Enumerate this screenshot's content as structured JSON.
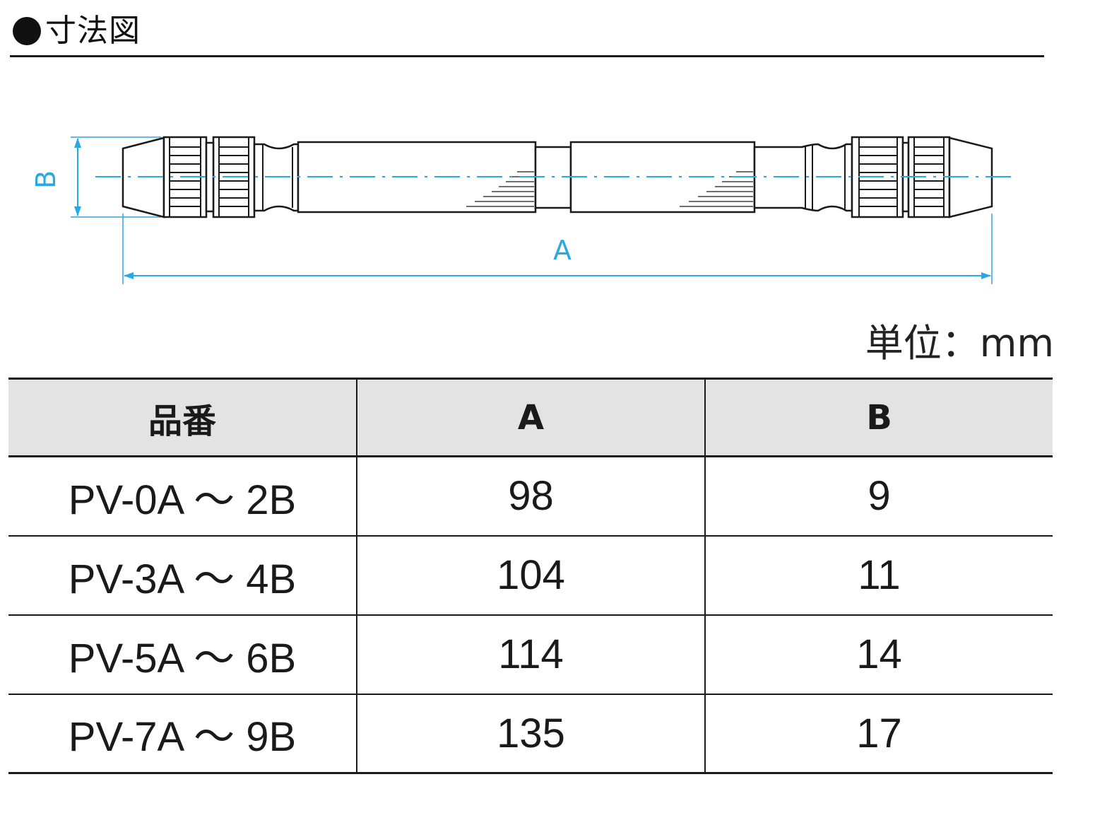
{
  "header": {
    "title": "寸法図"
  },
  "drawing": {
    "dimension_labels": {
      "a": "A",
      "b": "B"
    },
    "dimension_color": "#29a9e1"
  },
  "unit_label": "単位：mm",
  "table": {
    "columns": [
      "品番",
      "A",
      "B"
    ],
    "rows": [
      {
        "model": "PV-0A ～ 2B",
        "a": "98",
        "b": "9"
      },
      {
        "model": "PV-3A ～ 4B",
        "a": "104",
        "b": "11"
      },
      {
        "model": "PV-5A ～ 6B",
        "a": "114",
        "b": "14"
      },
      {
        "model": "PV-7A ～ 9B",
        "a": "135",
        "b": "17"
      }
    ],
    "header_background": "#e3e3e4"
  }
}
